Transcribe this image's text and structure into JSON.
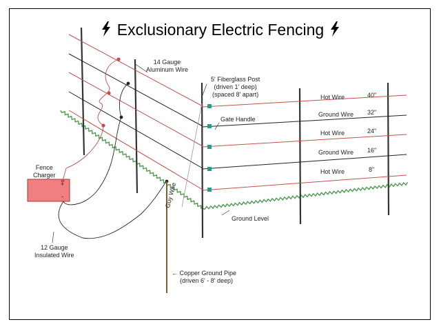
{
  "title": "Exclusionary Electric Fencing",
  "labels": {
    "aluminum_wire": [
      "14 Gauge",
      "Aluminum Wire"
    ],
    "fiberglass_post": [
      "5' Fiberglass Post",
      "(driven 1' deep)",
      "(spaced 8' apart)"
    ],
    "gate_handle": "Gate Handle",
    "fence_charger": [
      "Fence",
      "Charger"
    ],
    "plus": "+",
    "minus": "-",
    "insulated_wire": [
      "12 Gauge",
      "Insulated Wire"
    ],
    "guy_wire": "Guy Wire",
    "ground_level": "Ground Level",
    "copper_pipe": [
      "← Copper Ground Pipe",
      "(driven 6' - 8' deep)"
    ]
  },
  "wires": [
    {
      "name": "Hot Wire",
      "height": "40\"",
      "type": "hot"
    },
    {
      "name": "Ground Wire",
      "height": "32\"",
      "type": "ground"
    },
    {
      "name": "Hot Wire",
      "height": "24\"",
      "type": "hot"
    },
    {
      "name": "Ground Wire",
      "height": "16\"",
      "type": "ground"
    },
    {
      "name": "Hot Wire",
      "height": "8\"",
      "type": "hot"
    }
  ],
  "colors": {
    "hot_wire": "#c0504d",
    "ground_wire": "#222222",
    "insulator": "#1f9e8e",
    "charger_fill": "#f08080",
    "ground_line": "#4f9a4f",
    "copper_pipe": "#8b5a2b",
    "post": "#333333"
  },
  "icons": {
    "title_decoration": "lightning-bolt-icon"
  }
}
